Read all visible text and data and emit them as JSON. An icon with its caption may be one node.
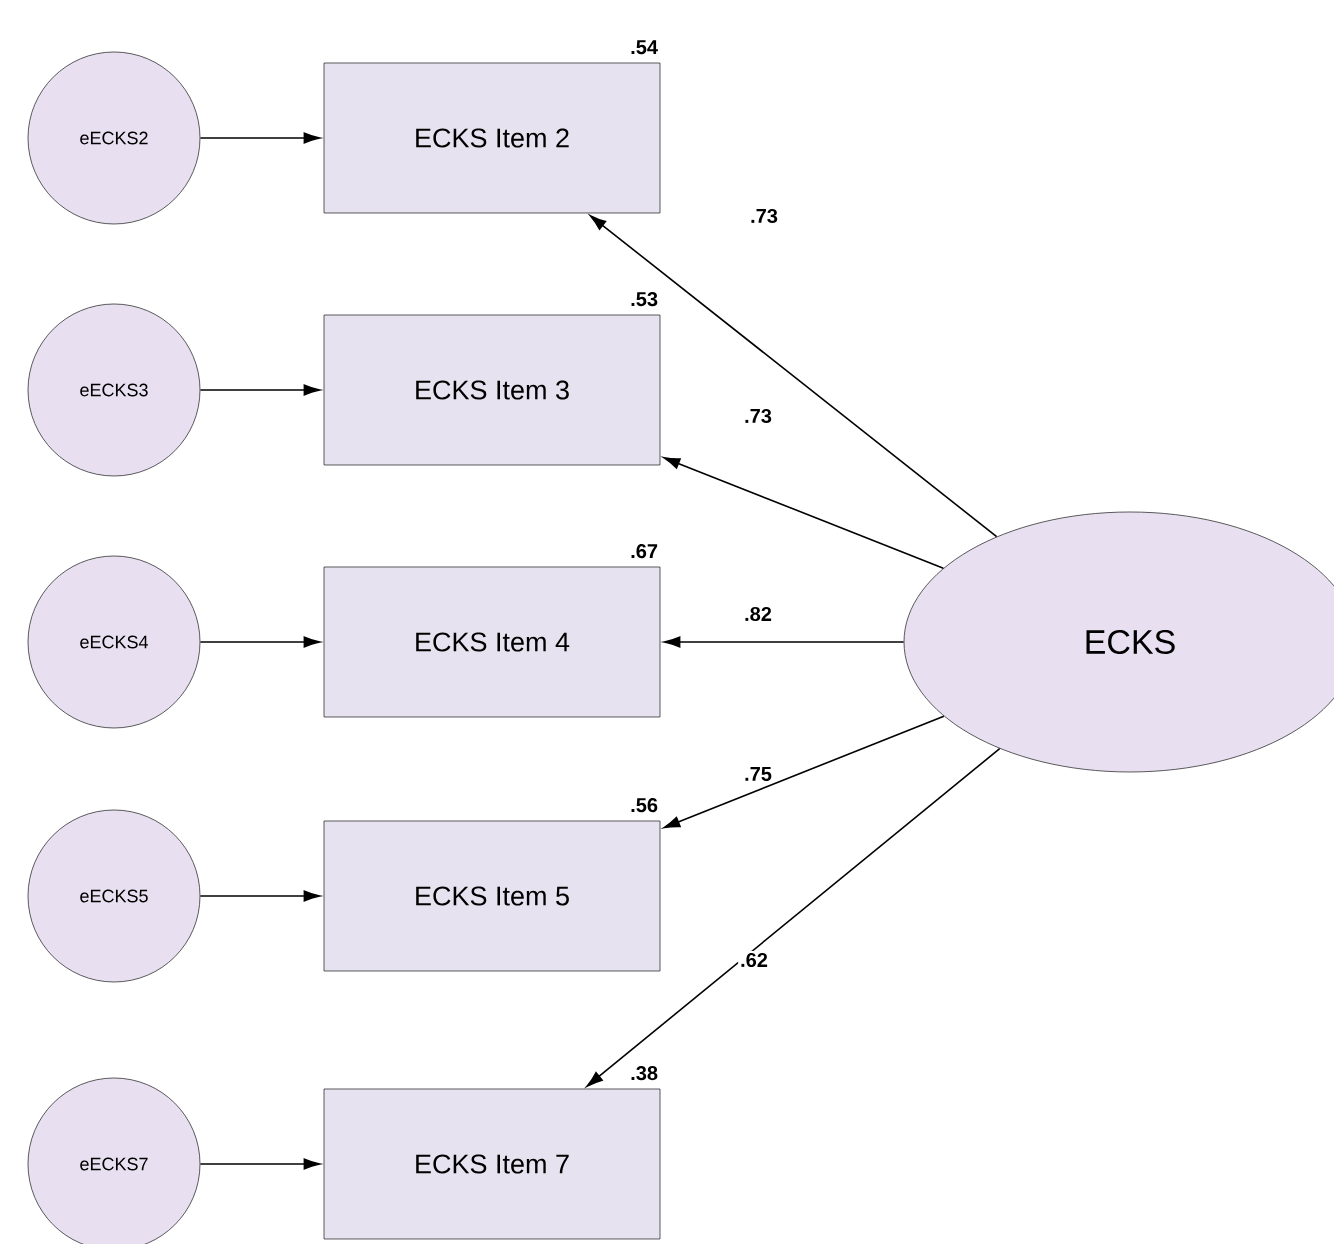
{
  "diagram": {
    "nodes": [
      {
        "text": [
          "eECKS2"
        ]
      },
      {
        "text": [
          "ECKS Item 2"
        ],
        "beside": [
          ".54"
        ]
      },
      {
        "text": [
          "eECKS3"
        ]
      },
      {
        "text": [
          "ECKS Item 3"
        ],
        "beside": [
          ".53"
        ]
      },
      {
        "text": [
          "eECKS4"
        ]
      },
      {
        "text": [
          "ECKS Item 4"
        ],
        "beside": [
          ".67"
        ]
      },
      {
        "text": [
          "eECKS5"
        ]
      },
      {
        "text": [
          "ECKS Item 5"
        ],
        "beside": [
          ".56"
        ]
      },
      {
        "text": [
          "eECKS7"
        ]
      },
      {
        "text": [
          "ECKS Item 7"
        ],
        "beside": [
          ".38"
        ]
      },
      {
        "text": [
          "ECKS"
        ]
      }
    ],
    "edges": [
      {
        "from": 0,
        "to": 1,
        "arrow": "to"
      },
      {
        "from": 2,
        "to": 3,
        "arrow": "to"
      },
      {
        "from": 4,
        "to": 5,
        "arrow": "to"
      },
      {
        "from": 6,
        "to": 7,
        "arrow": "to"
      },
      {
        "from": 8,
        "to": 9,
        "arrow": "to"
      },
      {
        "from": 10,
        "to": 1,
        "arrow": "to",
        "label": ".73"
      },
      {
        "from": 10,
        "to": 3,
        "arrow": "to",
        "label": ".73"
      },
      {
        "from": 10,
        "to": 5,
        "arrow": "to",
        "label": ".82"
      },
      {
        "from": 10,
        "to": 7,
        "arrow": "to",
        "label": ".75"
      },
      {
        "from": 10,
        "to": 9,
        "arrow": "to",
        "label": ".62"
      }
    ]
  }
}
